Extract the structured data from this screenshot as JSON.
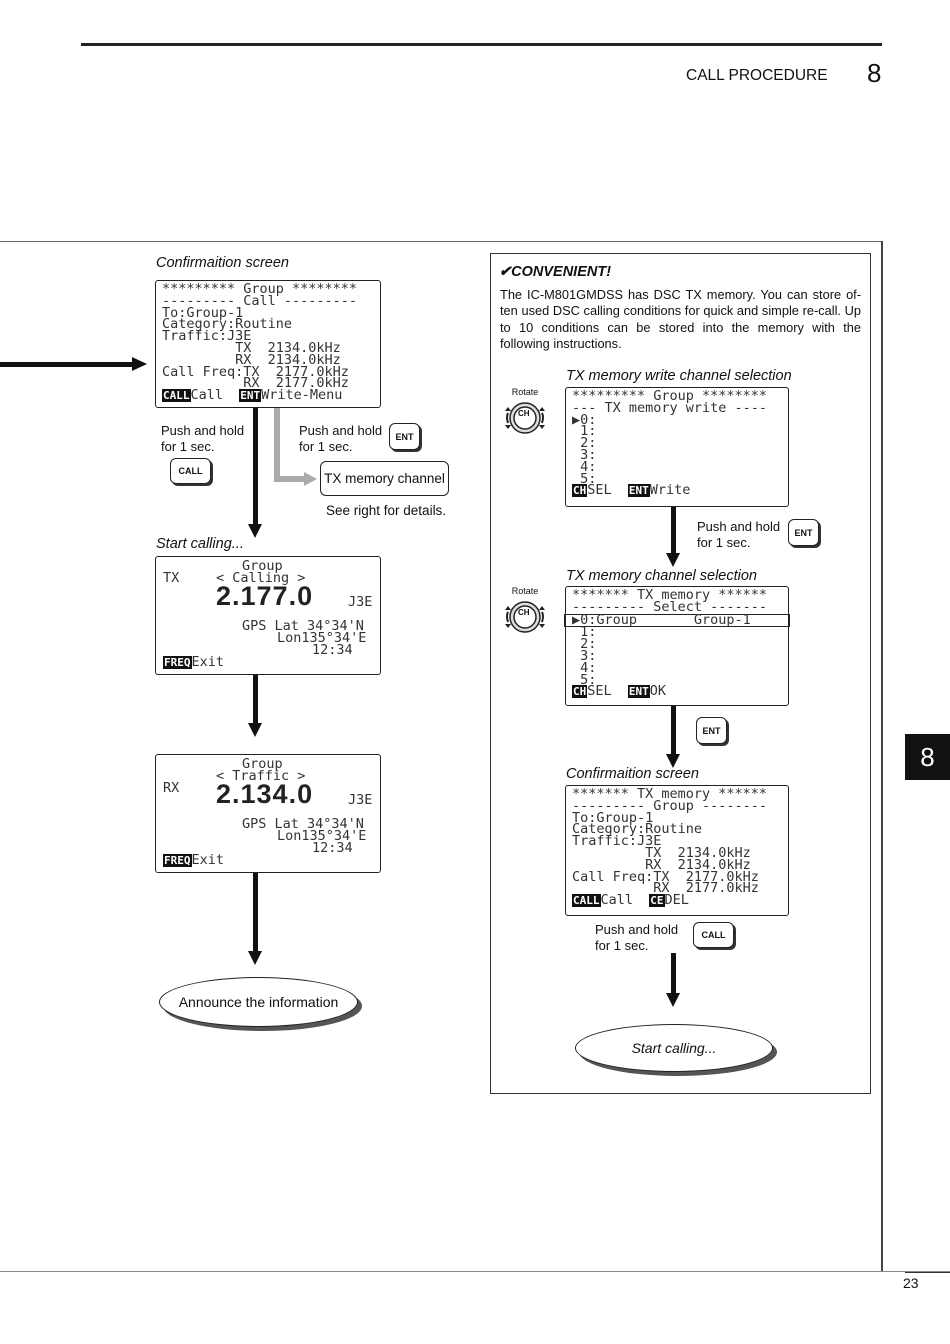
{
  "header": {
    "section_title": "CALL PROCEDURE",
    "section_number": "8"
  },
  "side_tab": "8",
  "page_number": "23",
  "left": {
    "confirm_caption": "Confirmaition screen",
    "confirm_lcd": {
      "lines": [
        "********* Group ********",
        "--------- Call ---------",
        "To:Group-1",
        "Category:Routine",
        "Traffic:J3E",
        "         TX  2134.0kHz",
        "         RX  2134.0kHz",
        "Call Freq:TX  2177.0kHz",
        "          RX  2177.0kHz"
      ],
      "call_key": "CALL",
      "call_text": "Call",
      "ent_key": "ENT",
      "ent_text": "Write-Menu"
    },
    "push_hold_1": "Push and hold\nfor 1 sec.",
    "push_hold_2": "Push and hold\nfor 1 sec.",
    "call_key_label": "CALL",
    "ent_key_label": "ENT",
    "tx_memory_box": "TX memory channel",
    "see_right": "See right for details.",
    "start_caption": "Start calling...",
    "calling_lcd": {
      "top": "Group",
      "mode": "TX",
      "status": "< Calling >",
      "freq": "2.177.0",
      "emission": "J3E",
      "gps": "GPS Lat 34°34'N",
      "lon": "Lon135°34'E",
      "time": "12:34",
      "freq_key": "FREQ",
      "exit": "Exit"
    },
    "traffic_lcd": {
      "top": "Group",
      "mode": "RX",
      "status": "< Traffic >",
      "freq": "2.134.0",
      "emission": "J3E",
      "gps": "GPS Lat 34°34'N",
      "lon": "Lon135°34'E",
      "time": "12:34",
      "freq_key": "FREQ",
      "exit": "Exit"
    },
    "announce": "Announce the information"
  },
  "right": {
    "title": "✔CONVENIENT!",
    "intro": "The IC-M801GMDSS has DSC TX memory. You can store of-ten used DSC calling conditions for quick and simple re-call. Up to 10 conditions can be stored into the memory with the following instructions.",
    "write_caption": "TX memory write channel selection",
    "rotate_label": "Rotate",
    "ch_label": "CH",
    "write_lcd": {
      "lines": [
        "********* Group ********",
        "--- TX memory write ----",
        "▶0:",
        " 1:",
        " 2:",
        " 3:",
        " 4:",
        " 5:"
      ],
      "ch_key": "CH",
      "sel": "SEL",
      "ent_key": "ENT",
      "write": "Write"
    },
    "push_hold_3": "Push and hold\nfor 1 sec.",
    "ent_key_label": "ENT",
    "select_caption": "TX memory channel selection",
    "select_lcd": {
      "lines": [
        "******* TX memory ******",
        "--------- Select -------",
        "▶0:Group       Group-1",
        " 1:",
        " 2:",
        " 3:",
        " 4:",
        " 5:"
      ],
      "ch_key": "CH",
      "sel": "SEL",
      "ent_key": "ENT",
      "ok": "OK"
    },
    "confirm_caption": "Confirmaition screen",
    "confirm_lcd": {
      "lines": [
        "******* TX memory ******",
        "--------- Group --------",
        "To:Group-1",
        "Category:Routine",
        "Traffic:J3E",
        "         TX  2134.0kHz",
        "         RX  2134.0kHz",
        "Call Freq:TX  2177.0kHz",
        "          RX  2177.0kHz"
      ],
      "call_key": "CALL",
      "call_text": "Call",
      "ce_key": "CE",
      "del": "DEL"
    },
    "push_hold_4": "Push and hold\nfor 1 sec.",
    "call_key_label": "CALL",
    "start": "Start calling..."
  }
}
